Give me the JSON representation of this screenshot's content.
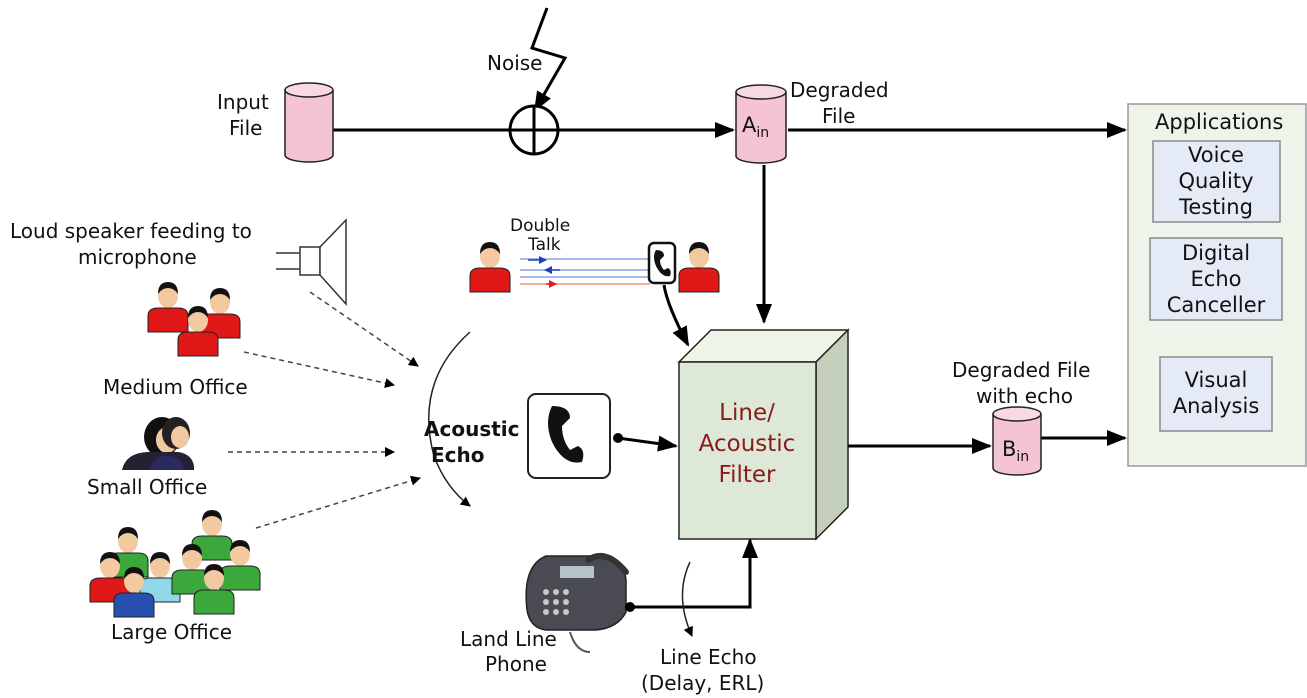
{
  "labels": {
    "noise": "Noise",
    "input_file_1": "Input",
    "input_file_2": "File",
    "degraded_1": "Degraded",
    "degraded_2": "File",
    "a_in_main": "A",
    "a_in_sub": "in",
    "b_in_main": "B",
    "b_in_sub": "in",
    "loudspeaker_1": "Loud speaker feeding to",
    "loudspeaker_2": "microphone",
    "double_talk_1": "Double",
    "double_talk_2": "Talk",
    "medium_office": "Medium Office",
    "small_office": "Small Office",
    "large_office": "Large Office",
    "acoustic_1": "Acoustic",
    "acoustic_2": "Echo",
    "filter_1": "Line/",
    "filter_2": "Acoustic",
    "filter_3": "Filter",
    "degraded_echo_1": "Degraded File",
    "degraded_echo_2": "with echo",
    "landline_1": "Land Line",
    "landline_2": "Phone",
    "line_echo_1": "Line Echo",
    "line_echo_2": "(Delay, ERL)"
  },
  "applications": {
    "title": "Applications",
    "voice_1": "Voice",
    "voice_2": "Quality",
    "voice_3": "Testing",
    "dec_1": "Digital",
    "dec_2": "Echo",
    "dec_3": "Canceller",
    "vis_1": "Visual",
    "vis_2": "Analysis"
  },
  "colors": {
    "cylinder": "#f4c4d4",
    "filter_box": "#dde8d6",
    "app_panel": "#eef4ea",
    "app_box": "#e4eaf6",
    "person_red": "#e01818",
    "person_green": "#3aa83a",
    "person_cyan": "#8fd8e8",
    "person_blue": "#2850b0"
  }
}
